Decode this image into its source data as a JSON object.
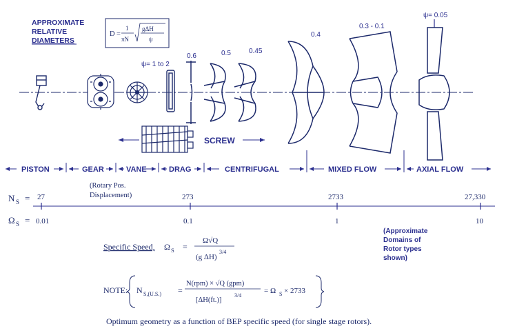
{
  "header": {
    "approx_label": [
      "APPROXIMATE",
      "RELATIVE",
      "DIAMETERS"
    ],
    "diameter_formula": {
      "lhs": "D",
      "num": "1",
      "den": "πN",
      "sqrt_num": "gΔH",
      "sqrt_den": "ψ"
    }
  },
  "psi_labels": {
    "small": "ψ= 1 to 2",
    "axial": "ψ= 0.05"
  },
  "diameter_values": [
    "0.6",
    "0.5",
    "0.45",
    "0.4",
    "0.3 - 0.1"
  ],
  "screw_label": "SCREW",
  "domains": [
    "PISTON",
    "GEAR",
    "VANE",
    "DRAG",
    "CENTRIFUGAL",
    "MIXED FLOW",
    "AXIAL FLOW"
  ],
  "gear_note": [
    "(Rotary Pos.",
    "Displacement)"
  ],
  "ns_scale": {
    "symbol": "N",
    "sub": "S",
    "values": [
      "27",
      "273",
      "2733",
      "27,330"
    ]
  },
  "omega_scale": {
    "symbol": "Ω",
    "sub": "S",
    "values": [
      "0.01",
      "0.1",
      "1",
      "10"
    ]
  },
  "approx_note": [
    "(Approximate",
    "Domains of",
    "Rotor types",
    "shown)"
  ],
  "specific_speed": {
    "label": "Specific Speed,",
    "symbol": "Ω",
    "sub": "S",
    "num": "Ω√Q",
    "den": "(g ΔH)",
    "exp": "3/4"
  },
  "note": {
    "label": "NOTE:",
    "lhs": "N",
    "lhs_sub": "S,(U.S.)",
    "num": "N(rpm) × √Q (gpm)",
    "den": "[ΔH(ft.)]",
    "exp": "3/4",
    "rhs": "= Ω",
    "rhs_sub": "S",
    "rhs_tail": " × 2733"
  },
  "caption": "Optimum geometry as a function of BEP specific speed (for single stage rotors)."
}
